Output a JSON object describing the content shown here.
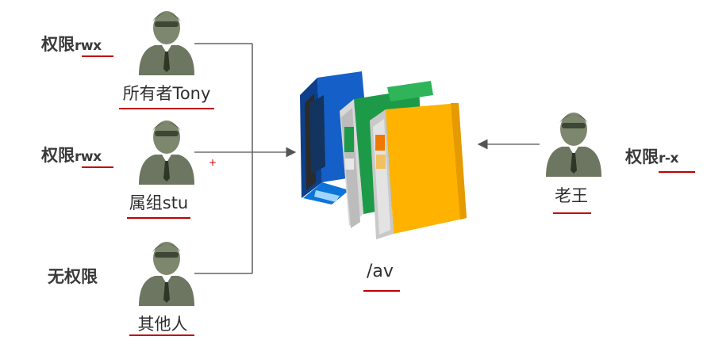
{
  "owner": {
    "permission_label": "权限",
    "permission_code": "rwx",
    "name": "所有者Tony"
  },
  "group": {
    "permission_label": "权限",
    "permission_code": "rwx",
    "name": "属组stu"
  },
  "others": {
    "permission_label": "无权限",
    "name": "其他人"
  },
  "laowang": {
    "permission_label": "权限",
    "permission_code": "r-x",
    "name": "老王"
  },
  "folder": {
    "path": "/av"
  },
  "colors": {
    "underline": "#c00000",
    "arrow": "#555555",
    "line": "#444444"
  },
  "icons": [
    "user-icon",
    "books-icon"
  ]
}
